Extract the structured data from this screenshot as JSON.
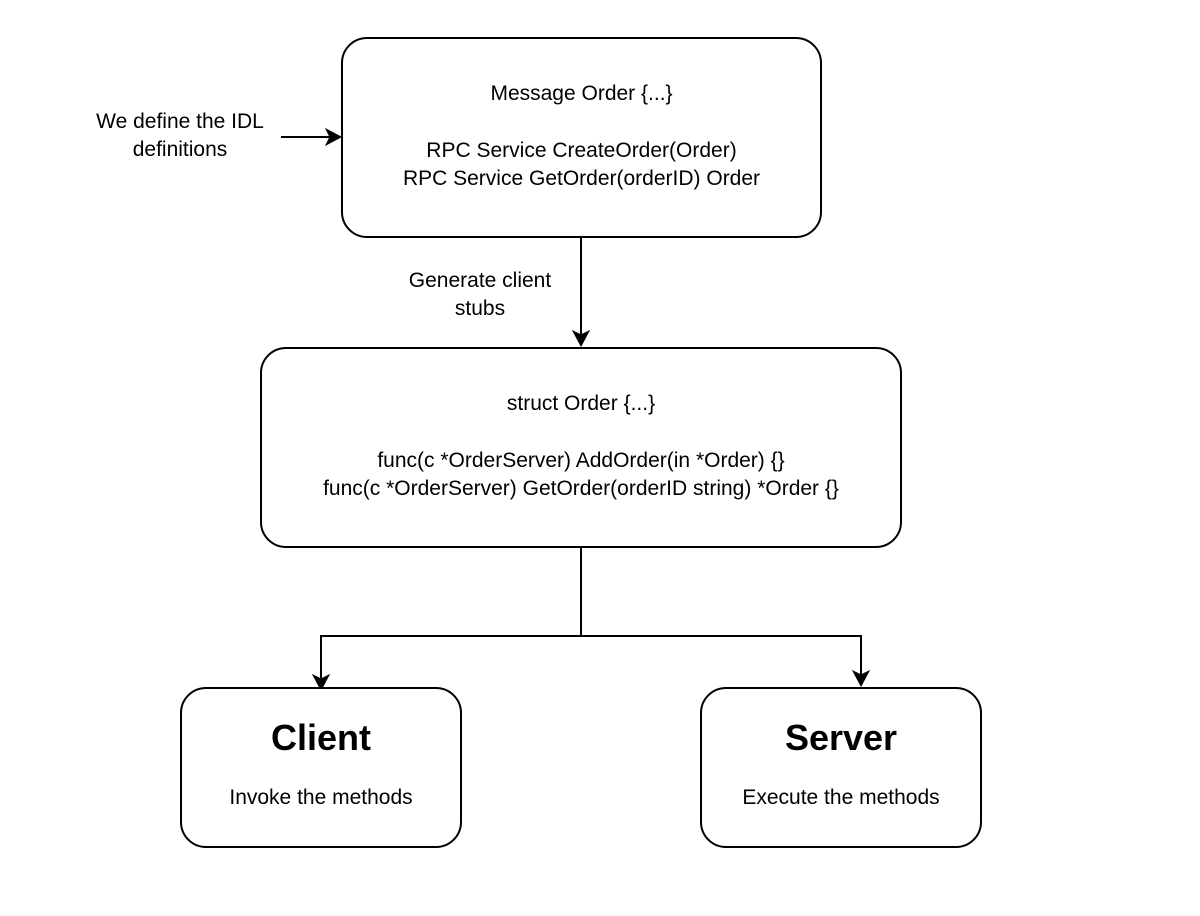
{
  "inputs": {
    "idl_label_line1": "We define the IDL",
    "idl_label_line2": "definitions"
  },
  "idl_box": {
    "line1": "Message Order {...}",
    "line2": "RPC Service CreateOrder(Order)",
    "line3": "RPC Service GetOrder(orderID) Order"
  },
  "edge": {
    "generate_line1": "Generate client",
    "generate_line2": "stubs"
  },
  "stub_box": {
    "line1": "struct Order {...}",
    "line2": "func(c *OrderServer) AddOrder(in *Order) {}",
    "line3": "func(c *OrderServer) GetOrder(orderID string) *Order {}"
  },
  "client": {
    "title": "Client",
    "description": "Invoke the methods"
  },
  "server": {
    "title": "Server",
    "description": "Execute the methods"
  },
  "colors": {
    "stroke": "#000000",
    "background": "#ffffff"
  }
}
